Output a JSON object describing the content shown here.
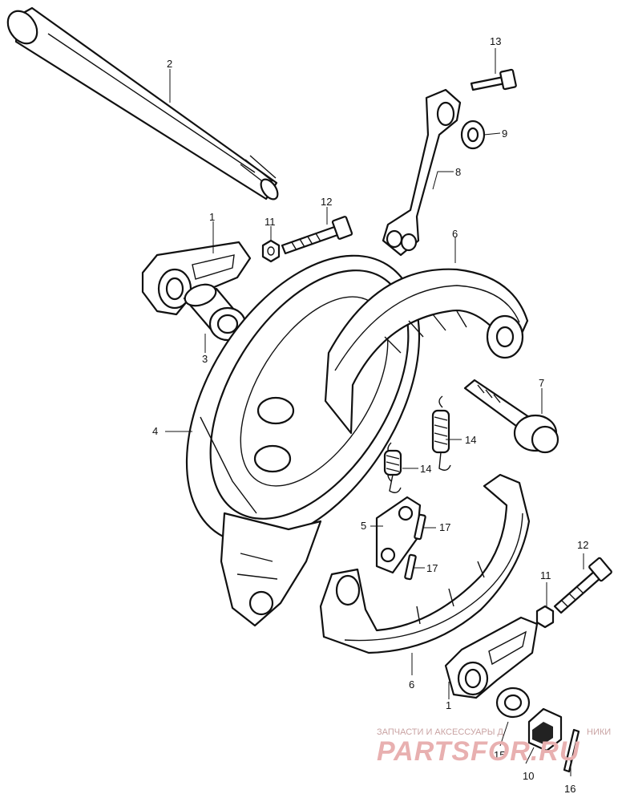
{
  "callouts": [
    {
      "id": "c1a",
      "text": "1"
    },
    {
      "id": "c2",
      "text": "2"
    },
    {
      "id": "c3",
      "text": "3"
    },
    {
      "id": "c4",
      "text": "4"
    },
    {
      "id": "c5",
      "text": "5"
    },
    {
      "id": "c6a",
      "text": "6"
    },
    {
      "id": "c6b",
      "text": "6"
    },
    {
      "id": "c7",
      "text": "7"
    },
    {
      "id": "c8",
      "text": "8"
    },
    {
      "id": "c9",
      "text": "9"
    },
    {
      "id": "c10",
      "text": "10"
    },
    {
      "id": "c11a",
      "text": "11"
    },
    {
      "id": "c11b",
      "text": "11"
    },
    {
      "id": "c12a",
      "text": "12"
    },
    {
      "id": "c12b",
      "text": "12"
    },
    {
      "id": "c13",
      "text": "13"
    },
    {
      "id": "c14a",
      "text": "14"
    },
    {
      "id": "c14b",
      "text": "14"
    },
    {
      "id": "c15",
      "text": "15"
    },
    {
      "id": "c16",
      "text": "16"
    },
    {
      "id": "c17a",
      "text": "17"
    },
    {
      "id": "c17b",
      "text": "17"
    },
    {
      "id": "c1b",
      "text": "1"
    }
  ],
  "watermark": {
    "tagline": "ЗАПЧАСТИ И АКСЕССУАРЫ Д",
    "tagline_end": "НИКИ",
    "brand": "PARTSFOR.RU"
  }
}
